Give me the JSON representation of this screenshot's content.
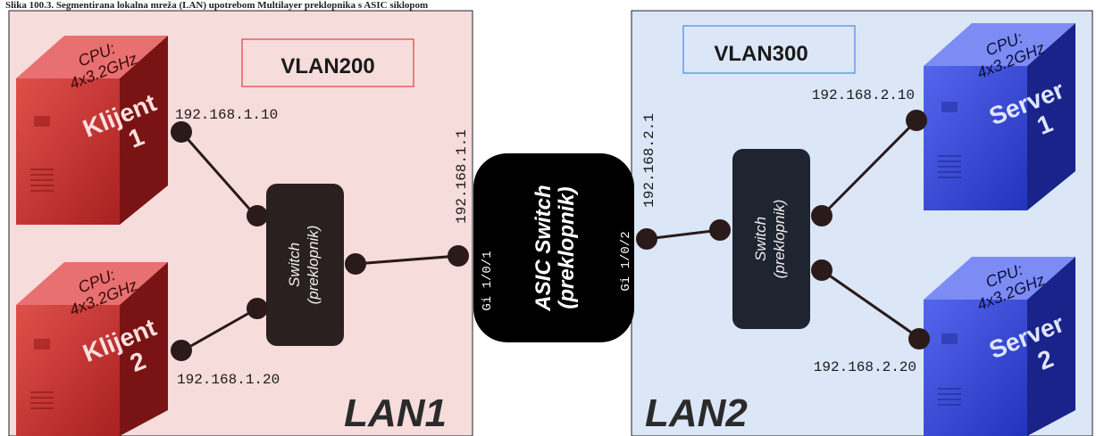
{
  "caption": "Slika 100.3. Segmentirana lokalna mreža (LAN) upotrebom Multilayer preklopnika s ASIC siklopom",
  "colors": {
    "lan1_bg": "#f7dcdc",
    "lan2_bg": "#dbe6f7",
    "red_pc": "#c9302c",
    "blue_pc": "#3347d6",
    "switch": "#2b2020",
    "asic": "#000000",
    "vlan200_border": "#e04040",
    "vlan300_border": "#4a8ae0"
  },
  "lan1": {
    "label": "LAN1",
    "vlan": "VLAN200",
    "clients": [
      {
        "name_line1": "Klijent",
        "name_line2": "1",
        "cpu_line1": "CPU:",
        "cpu_line2": "4x3.2GHz",
        "ip": "192.168.1.10"
      },
      {
        "name_line1": "Klijent",
        "name_line2": "2",
        "cpu_line1": "CPU:",
        "cpu_line2": "4x3.2GHz",
        "ip": "192.168.1.20"
      }
    ],
    "switch_line1": "Switch",
    "switch_line2": "(preklopnik)",
    "gateway_ip": "192.168.1.1",
    "port": "Gi 1/0/1"
  },
  "asic": {
    "line1": "ASIC Switch",
    "line2": "(preklopnik)"
  },
  "lan2": {
    "label": "LAN2",
    "vlan": "VLAN300",
    "servers": [
      {
        "name_line1": "Server",
        "name_line2": "1",
        "cpu_line1": "CPU:",
        "cpu_line2": "4x3.2GHz",
        "ip": "192.168.2.10"
      },
      {
        "name_line1": "Server",
        "name_line2": "2",
        "cpu_line1": "CPU:",
        "cpu_line2": "4x3.2GHz",
        "ip": "192.168.2.20"
      }
    ],
    "switch_line1": "Switch",
    "switch_line2": "(preklopnik)",
    "gateway_ip": "192.168.2.1",
    "port": "Gi 1/0/2"
  }
}
